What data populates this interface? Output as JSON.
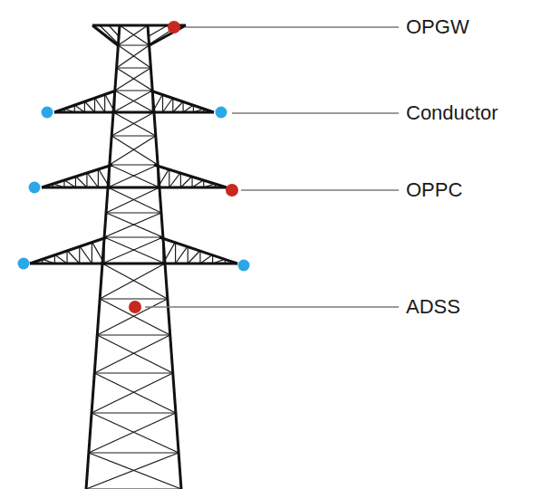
{
  "diagram": {
    "labels": [
      "OPGW",
      "Conductor",
      "OPPC",
      "ADSS"
    ]
  }
}
